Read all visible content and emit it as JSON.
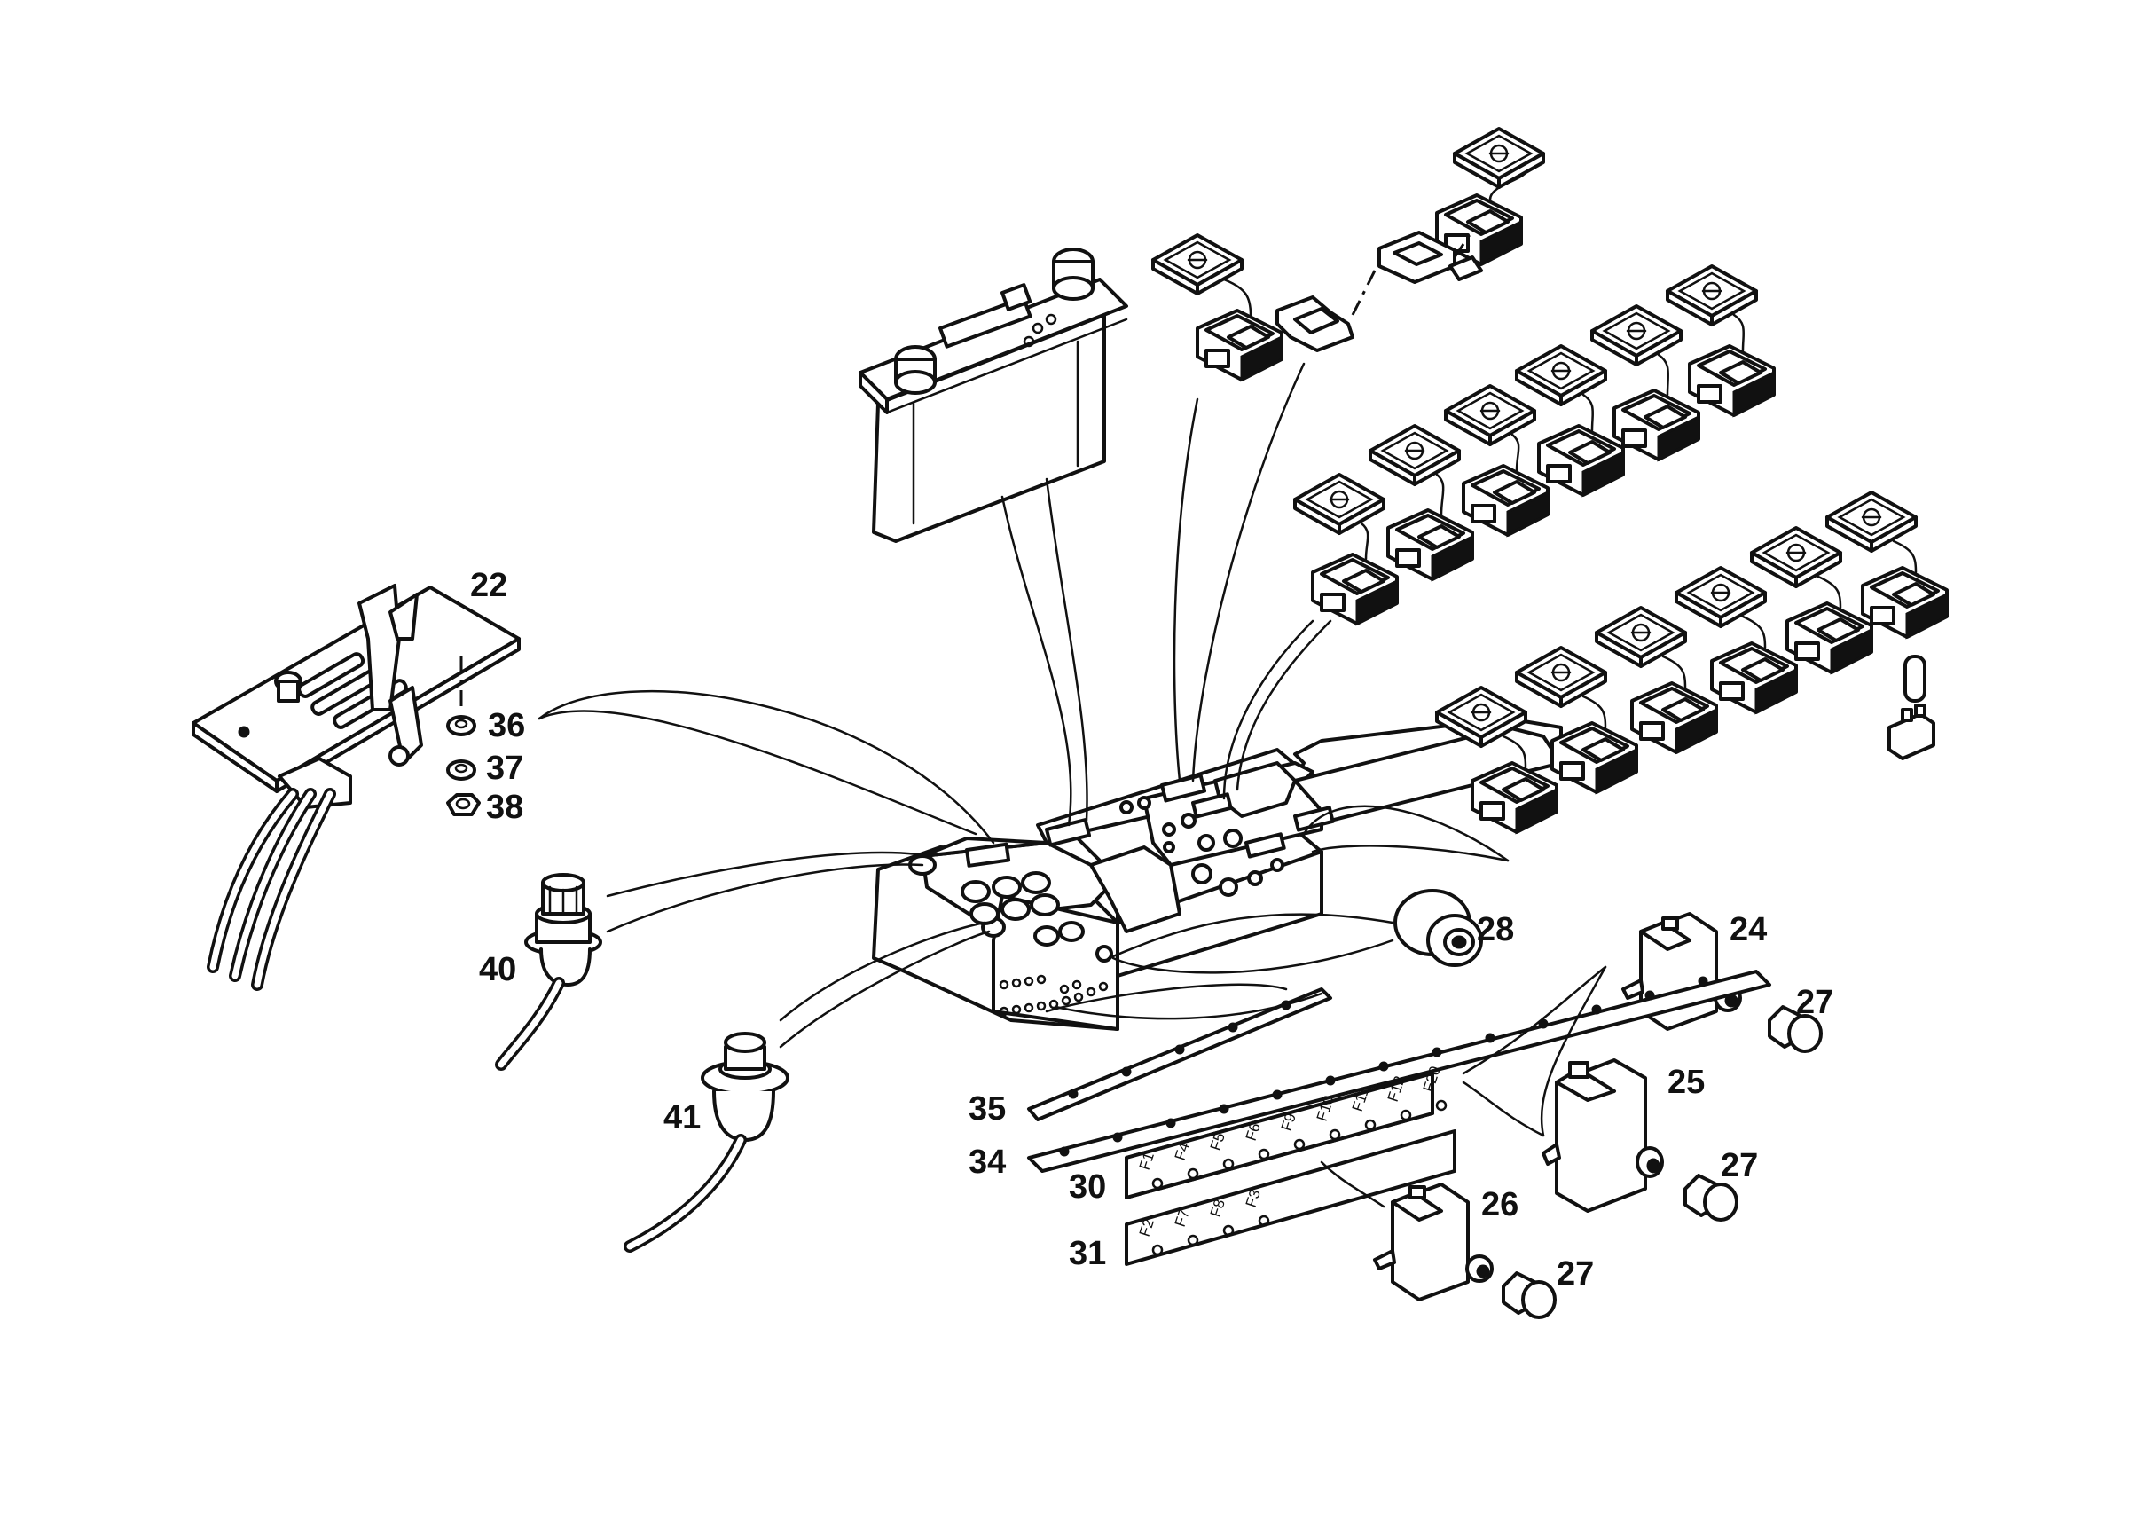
{
  "diagram": {
    "part_labels": {
      "p22": "22",
      "p24": "24",
      "p25": "25",
      "p26": "26",
      "p27a": "27",
      "p27b": "27",
      "p27c": "27",
      "p28": "28",
      "p30": "30",
      "p31": "31",
      "p34": "34",
      "p35": "35",
      "p36": "36",
      "p37": "37",
      "p38": "38",
      "p40": "40",
      "p41": "41"
    },
    "fuse_labels_strip30": [
      "F1",
      "F4",
      "F5",
      "F6",
      "F9",
      "F10",
      "F11",
      "F12",
      "F20"
    ],
    "fuse_labels_strip31": [
      "F2",
      "F7",
      "F8",
      "F3"
    ],
    "switch_icons_row1": [
      "fan-symbol-icon",
      "hazard-symbol-icon"
    ],
    "switch_icons_row2": [
      "work-light-icon",
      "headlight-icon",
      "beacon-icon",
      "wiper-icon",
      "rear-wiper-icon",
      "snowflake-icon"
    ],
    "switch_icons_row3": [
      "joystick-icon",
      "boom-icon",
      "bucket-icon",
      "hitch-icon",
      "down-arrow-icon",
      "left-right-arrow-icon"
    ],
    "line_color": "#111111",
    "background_color": "#ffffff"
  }
}
